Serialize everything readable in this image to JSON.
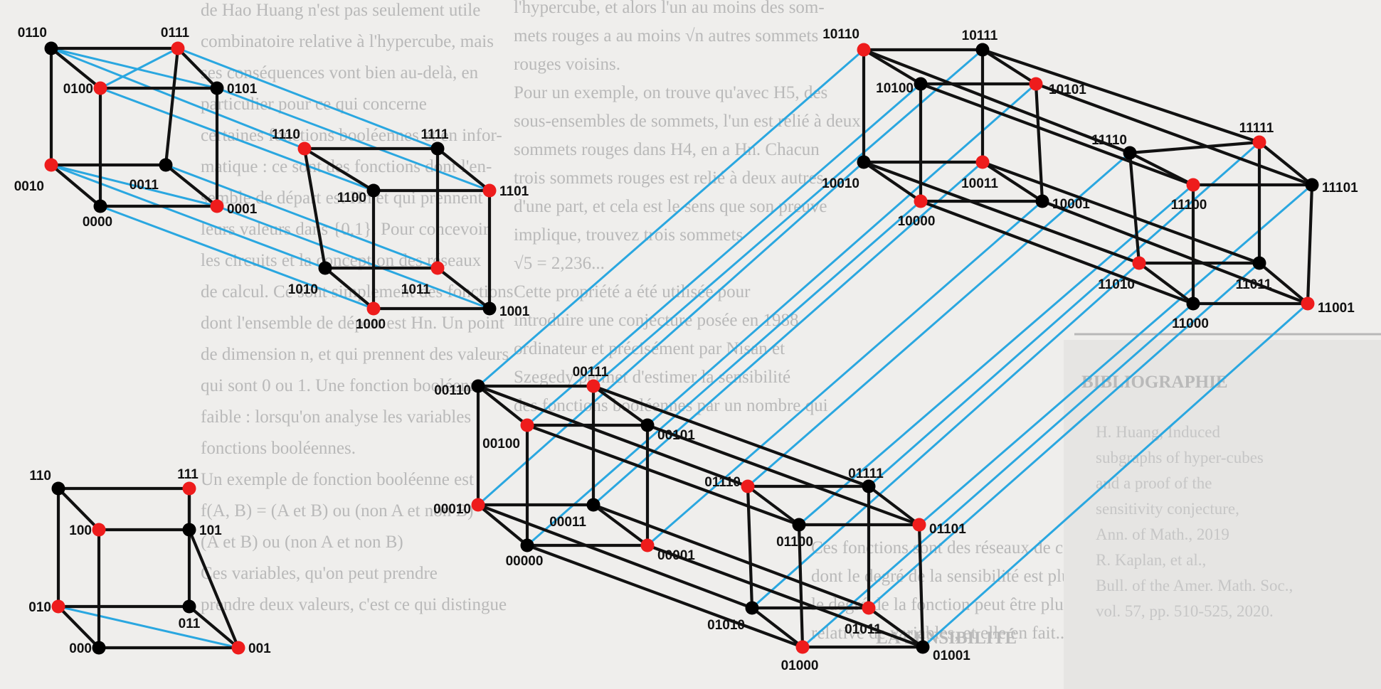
{
  "diagram": {
    "colors": {
      "edge": "#111111",
      "link": "#2aa7e0",
      "node_red": "#ee1c1c",
      "node_black": "#000000",
      "paper": "#efeeec",
      "faded_text": "#b9b9b9"
    },
    "cubes": [
      {
        "dimension": 3,
        "nodes": [
          {
            "label": "110",
            "color": "black"
          },
          {
            "label": "111",
            "color": "red"
          },
          {
            "label": "100",
            "color": "red"
          },
          {
            "label": "101",
            "color": "black"
          },
          {
            "label": "010",
            "color": "red"
          },
          {
            "label": "011",
            "color": "black"
          },
          {
            "label": "000",
            "color": "black"
          },
          {
            "label": "001",
            "color": "red"
          }
        ]
      },
      {
        "dimension": 4,
        "nodes": [
          {
            "label": "0110",
            "color": "black"
          },
          {
            "label": "0111",
            "color": "red"
          },
          {
            "label": "0100",
            "color": "red"
          },
          {
            "label": "0101",
            "color": "black"
          },
          {
            "label": "0010",
            "color": "red"
          },
          {
            "label": "0011",
            "color": "black"
          },
          {
            "label": "0000",
            "color": "black"
          },
          {
            "label": "0001",
            "color": "red"
          },
          {
            "label": "1110",
            "color": "red"
          },
          {
            "label": "1111",
            "color": "black"
          },
          {
            "label": "1100",
            "color": "black"
          },
          {
            "label": "1101",
            "color": "red"
          },
          {
            "label": "1010",
            "color": "black"
          },
          {
            "label": "1011",
            "color": "red"
          },
          {
            "label": "1000",
            "color": "red"
          },
          {
            "label": "1001",
            "color": "black"
          }
        ]
      },
      {
        "dimension": 5,
        "nodes": [
          {
            "label": "00110",
            "color": "black"
          },
          {
            "label": "00111",
            "color": "red"
          },
          {
            "label": "00100",
            "color": "red"
          },
          {
            "label": "00101",
            "color": "black"
          },
          {
            "label": "00010",
            "color": "red"
          },
          {
            "label": "00011",
            "color": "black"
          },
          {
            "label": "00000",
            "color": "black"
          },
          {
            "label": "00001",
            "color": "red"
          },
          {
            "label": "01110",
            "color": "red"
          },
          {
            "label": "01111",
            "color": "black"
          },
          {
            "label": "01100",
            "color": "black"
          },
          {
            "label": "01101",
            "color": "red"
          },
          {
            "label": "01010",
            "color": "black"
          },
          {
            "label": "01011",
            "color": "red"
          },
          {
            "label": "01000",
            "color": "red"
          },
          {
            "label": "01001",
            "color": "black"
          },
          {
            "label": "10110",
            "color": "red"
          },
          {
            "label": "10111",
            "color": "black"
          },
          {
            "label": "10100",
            "color": "black"
          },
          {
            "label": "10101",
            "color": "red"
          },
          {
            "label": "10010",
            "color": "black"
          },
          {
            "label": "10011",
            "color": "red"
          },
          {
            "label": "10000",
            "color": "red"
          },
          {
            "label": "10001",
            "color": "black"
          },
          {
            "label": "11110",
            "color": "black"
          },
          {
            "label": "11111",
            "color": "red"
          },
          {
            "label": "11100",
            "color": "red"
          },
          {
            "label": "11101",
            "color": "black"
          },
          {
            "label": "11010",
            "color": "red"
          },
          {
            "label": "11011",
            "color": "black"
          },
          {
            "label": "11000",
            "color": "black"
          },
          {
            "label": "11001",
            "color": "red"
          }
        ]
      }
    ]
  },
  "background_text": {
    "left_column": [
      "de Hao Huang n'est pas seulement utile",
      "combinatoire relative à l'hypercube, mais",
      "ses conséquences vont bien au-delà, en",
      "particulier pour ce qui concerne",
      "certaines fonctions booléennes et en infor-",
      "matique : ce sont des fonctions dont l'en-",
      "semble de départ est Hn et qui prennent",
      "leurs valeurs dans {0,1}. Pour concevoir",
      "les circuits et la conception des réseaux",
      "de calcul. Ce sont simplement des fonctions",
      "dont l'ensemble de départ est Hn. Un point",
      "de dimension n, et qui prennent des valeurs",
      "qui sont 0 ou 1. Une fonction booléenne",
      "faible : lorsqu'on analyse les variables",
      "fonctions booléennes.",
      "Un exemple de fonction booléenne est",
      "f(A, B) = (A et B) ou (non A et non B)",
      "(A et B) ou (non A et non B)",
      "Ces variables, qu'on peut prendre",
      "prendre deux valeurs, c'est ce qui distingue"
    ],
    "middle_column": [
      "l'hypercube, et alors l'un au moins des som-",
      "mets rouges a au moins √n autres sommets",
      "rouges voisins.",
      "Pour un exemple, on trouve qu'avec H5, des",
      "sous-ensembles de sommets, l'un est relié à deux",
      "sommets rouges dans H4, en a Hn. Chacun",
      "trois sommets rouges est relié à deux autres",
      "d'une part, et cela est le sens que son preuve",
      "implique, trouvez trois sommets",
      "√5 = 2,236...",
      "Cette propriété a été utilisée pour",
      "introduire une conjecture posée en 1988",
      "ordinateur et précisément par Nisan et",
      "Szegedy permet d'estimer la sensibilité",
      "des fonctions booléennes par un nombre qui"
    ],
    "lower_middle": [
      "Ces fonctions sont des réseaux de calcul",
      "dont le degré de la sensibilité est plus grand",
      "le degré de la fonction peut être plus grand",
      "relative de variables, et elle en fait..."
    ],
    "right_column": [
      "BIBLIOGRAPHIE",
      "H. Huang, Induced",
      "subgraphs of hyper-cubes",
      "and a proof of the",
      "sensitivity conjecture,",
      "Ann. of Math., 2019",
      "R. Kaplan, et al.,",
      "Bull. of the Amer. Math. Soc.,",
      "vol. 57, pp. 510-525, 2020."
    ],
    "headline": "LA SENSIBILITÉ"
  }
}
